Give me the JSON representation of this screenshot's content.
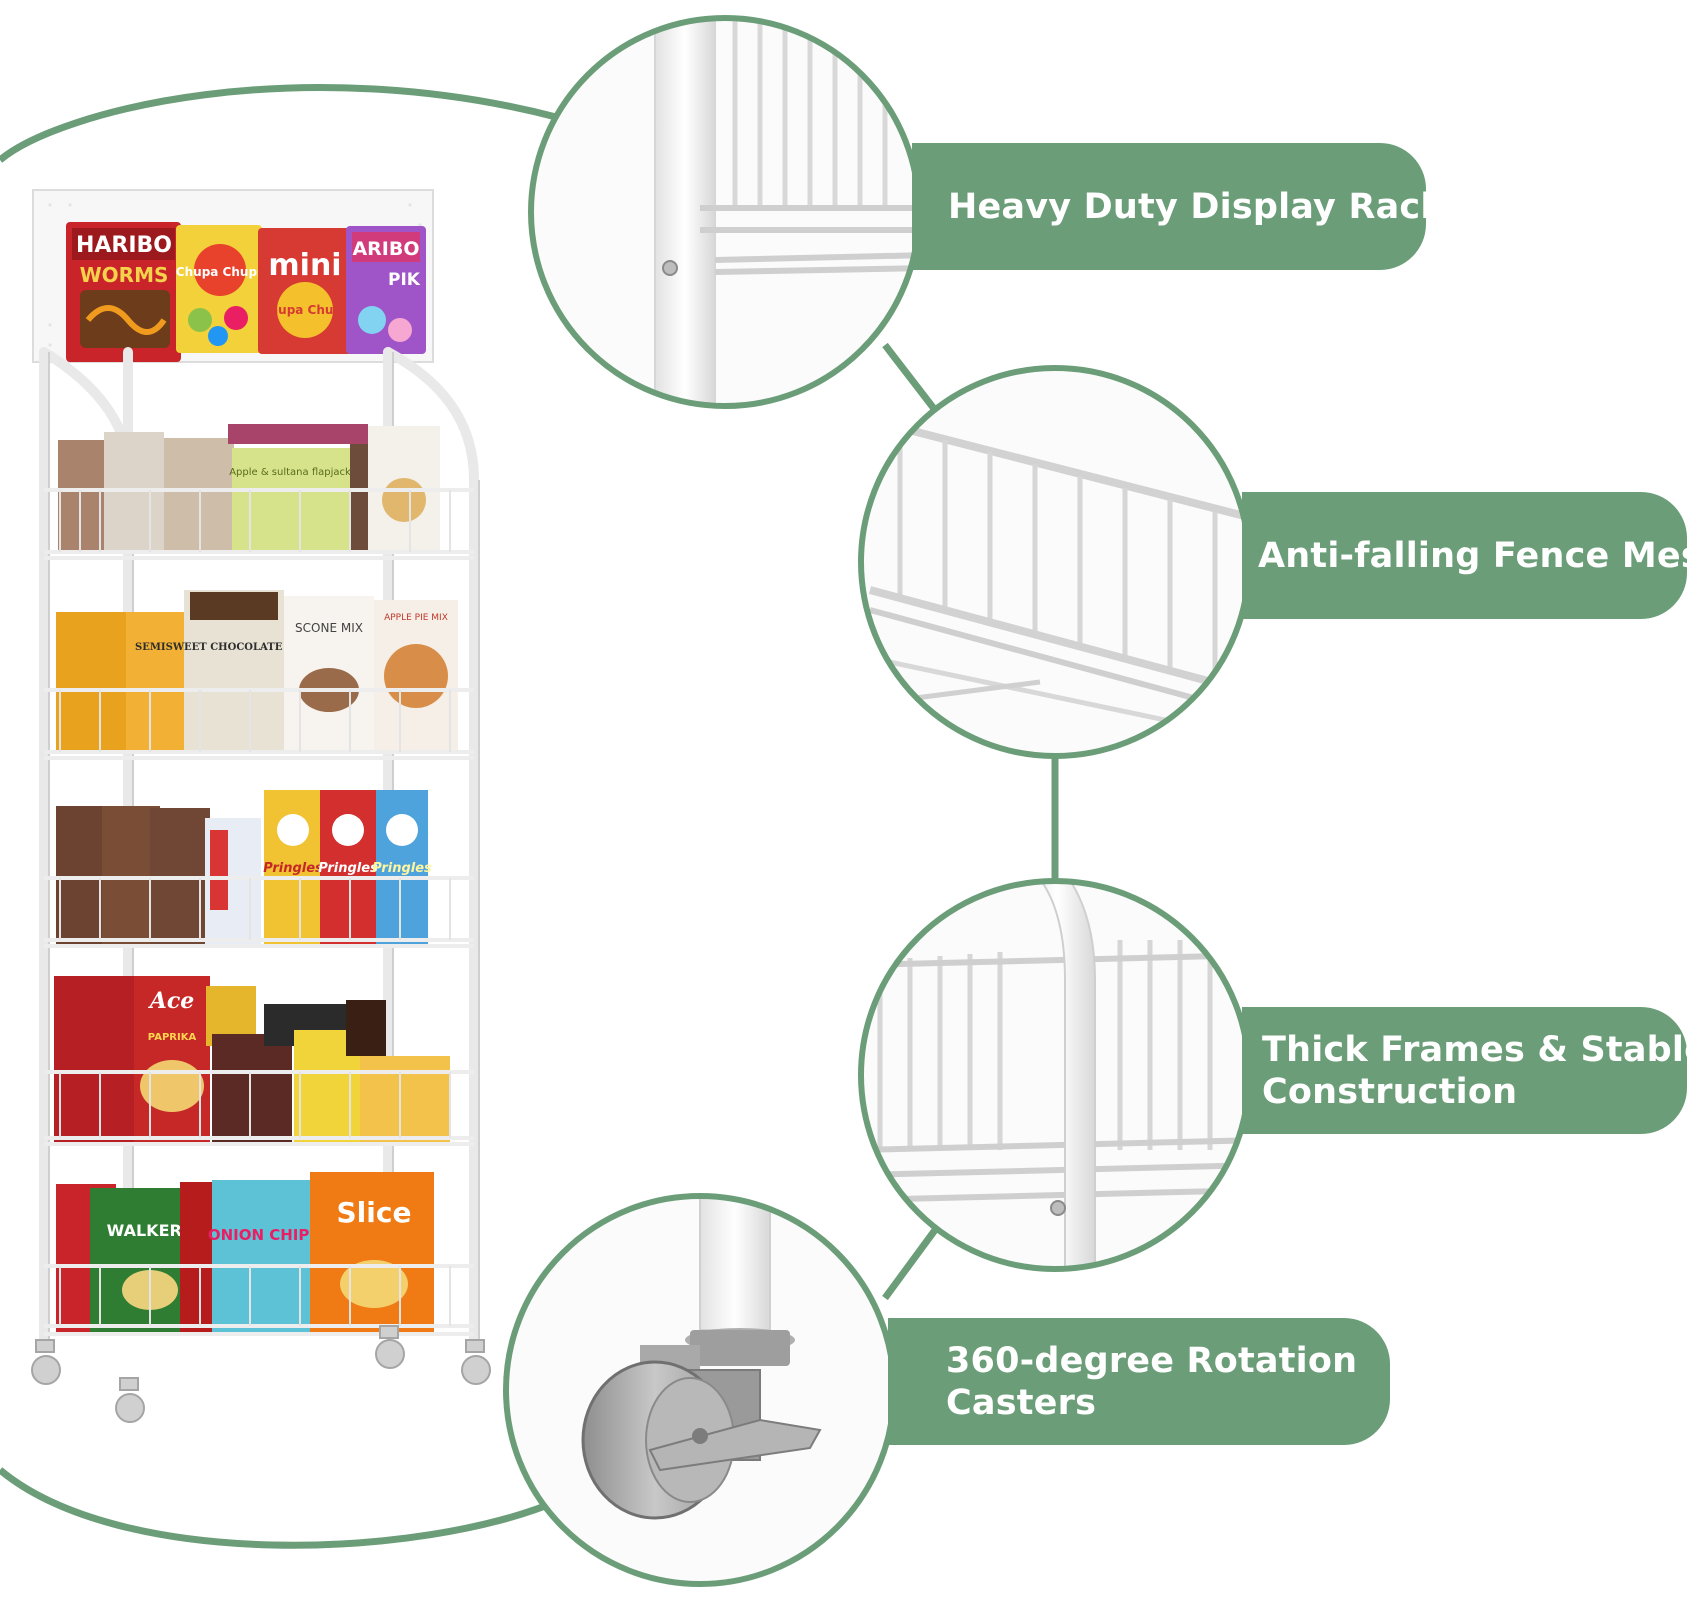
{
  "features": [
    {
      "id": "heavy-duty",
      "lines": [
        "Heavy Duty Display Rack"
      ]
    },
    {
      "id": "fence-mesh",
      "lines": [
        "Anti-falling Fence Mesh"
      ]
    },
    {
      "id": "thick-frames",
      "lines": [
        "Thick Frames & Stable",
        "Construction"
      ]
    },
    {
      "id": "casters",
      "lines": [
        "360-degree Rotation",
        "Casters"
      ]
    }
  ],
  "packages": {
    "top_board": [
      "HARIBO",
      "WORMS",
      "Chupa Chups",
      "mini",
      "Chupa Chups",
      "ARIBO",
      "PIK"
    ],
    "shelf1": [
      "Apple & sultana flapjack"
    ],
    "shelf2": [
      "SEMISWEET CHOCOLATE CHUNKS",
      "SCONE MIX",
      "APPLE PIE MIX"
    ],
    "shelf3": [
      "Pringles",
      "Pringles",
      "Pringles"
    ],
    "shelf4": [
      "Ace",
      "PAPRIKA"
    ],
    "shelf5": [
      "WALKERS",
      "ONION CHIPS",
      "Slice"
    ]
  },
  "colors": {
    "accent_green": "#6b9e78",
    "frame_white": "#f4f4f4",
    "wire_gray": "#c9c9c9"
  }
}
